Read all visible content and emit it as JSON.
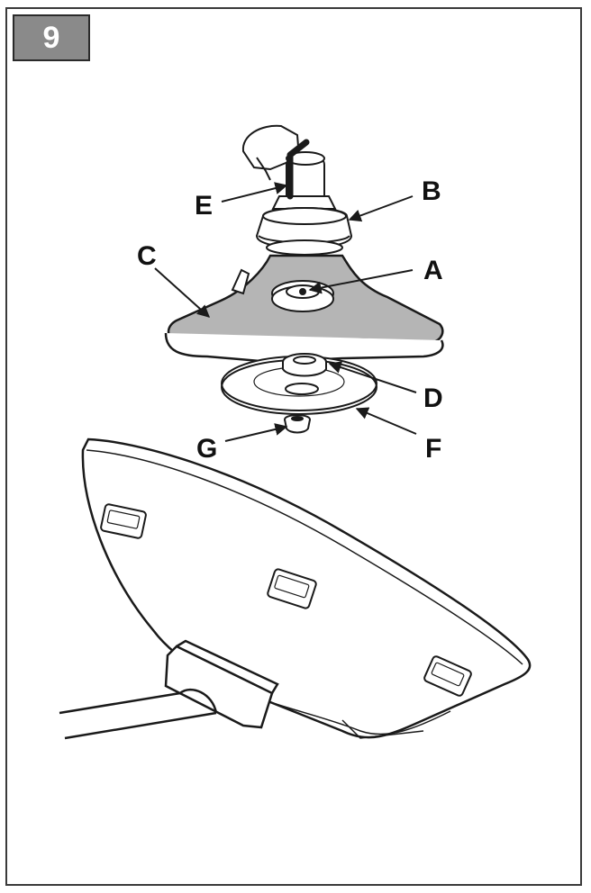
{
  "step_number": "9",
  "labels": {
    "a": "A",
    "b": "B",
    "c": "C",
    "d": "D",
    "e": "E",
    "f": "F",
    "g": "G"
  },
  "colors": {
    "ink": "#1a1a1a",
    "blade_fill": "#b5b5b5",
    "badge_fill": "#8a8a8a"
  }
}
